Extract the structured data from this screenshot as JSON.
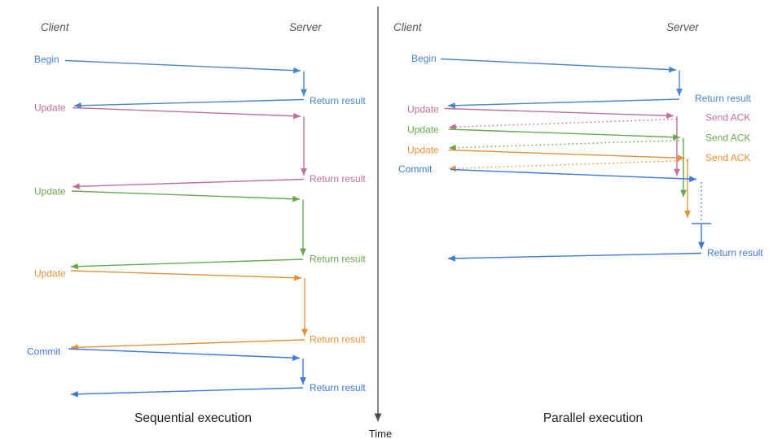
{
  "colors": {
    "begin_blue": "#4a86c8",
    "pink": "#c0709d",
    "green": "#6aa84f",
    "orange": "#e69138",
    "commit_blue": "#3f7ad8",
    "axis": "#4d4d4d",
    "actor": "#555555",
    "title": "#1e1e1e"
  },
  "time_axis": {
    "label": "Time"
  },
  "left_diagram": {
    "title": "Sequential execution",
    "client": "Client",
    "server": "Server",
    "messages": [
      {
        "request": "Begin",
        "response": "Return result"
      },
      {
        "request": "Update",
        "response": "Return result"
      },
      {
        "request": "Update",
        "response": "Return result"
      },
      {
        "request": "Update",
        "response": "Return result"
      },
      {
        "request": "Commit",
        "response": "Return result"
      }
    ]
  },
  "right_diagram": {
    "title": "Parallel execution",
    "client": "Client",
    "server": "Server",
    "messages": [
      {
        "request": "Begin",
        "response": "Return result"
      },
      {
        "request": "Update",
        "response": "Send ACK"
      },
      {
        "request": "Update",
        "response": "Send ACK"
      },
      {
        "request": "Update",
        "response": "Send ACK"
      },
      {
        "request": "Commit",
        "response": "Return result"
      }
    ]
  }
}
